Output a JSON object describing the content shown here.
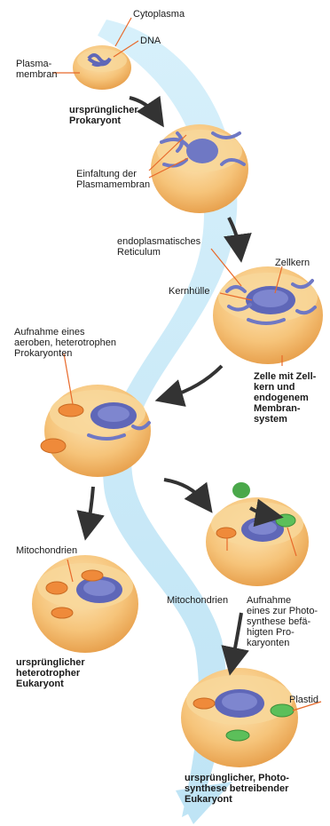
{
  "labels": {
    "cytoplasma": "Cytoplasma",
    "dna": "DNA",
    "plasmamembran": "Plasma-\nmembran",
    "prokaryont": "ursprünglicher\nProkaryont",
    "einfaltung": "Einfaltung der\nPlasmamembran",
    "er": "endoplasmatisches\nReticulum",
    "zellkern": "Zellkern",
    "kernhuelle": "Kernhülle",
    "zelle_mit_zellkern": "Zelle mit Zell-\nkern und\nendogenem\nMembran-\nsystem",
    "aufnahme_aerob": "Aufnahme eines\naeroben, heterotrophen\nProkaryonten",
    "mitochondrien_left": "Mitochondrien",
    "mitochondrien_right": "Mitochondrien",
    "aufnahme_photo": "Aufnahme\neines zur Photo-\nsynthese befä-\nhigten Pro-\nkaryonten",
    "heterotropher": "ursprünglicher\nheterotropher\nEukaryont",
    "plastid": "Plastid",
    "photo_eukaryont": "ursprünglicher, Photo-\nsynthese betreibender\nEukaryont"
  },
  "colors": {
    "band": "#cdeaf7",
    "cell_outer": "#f2b562",
    "cell_inner": "#f8dca3",
    "membrane": "#6f78c4",
    "nucleus": "#5f67b8",
    "mitochondrion": "#ef8a3a",
    "plastid": "#5cbf5a",
    "leader": "#e8692a",
    "arrow": "#333333"
  }
}
